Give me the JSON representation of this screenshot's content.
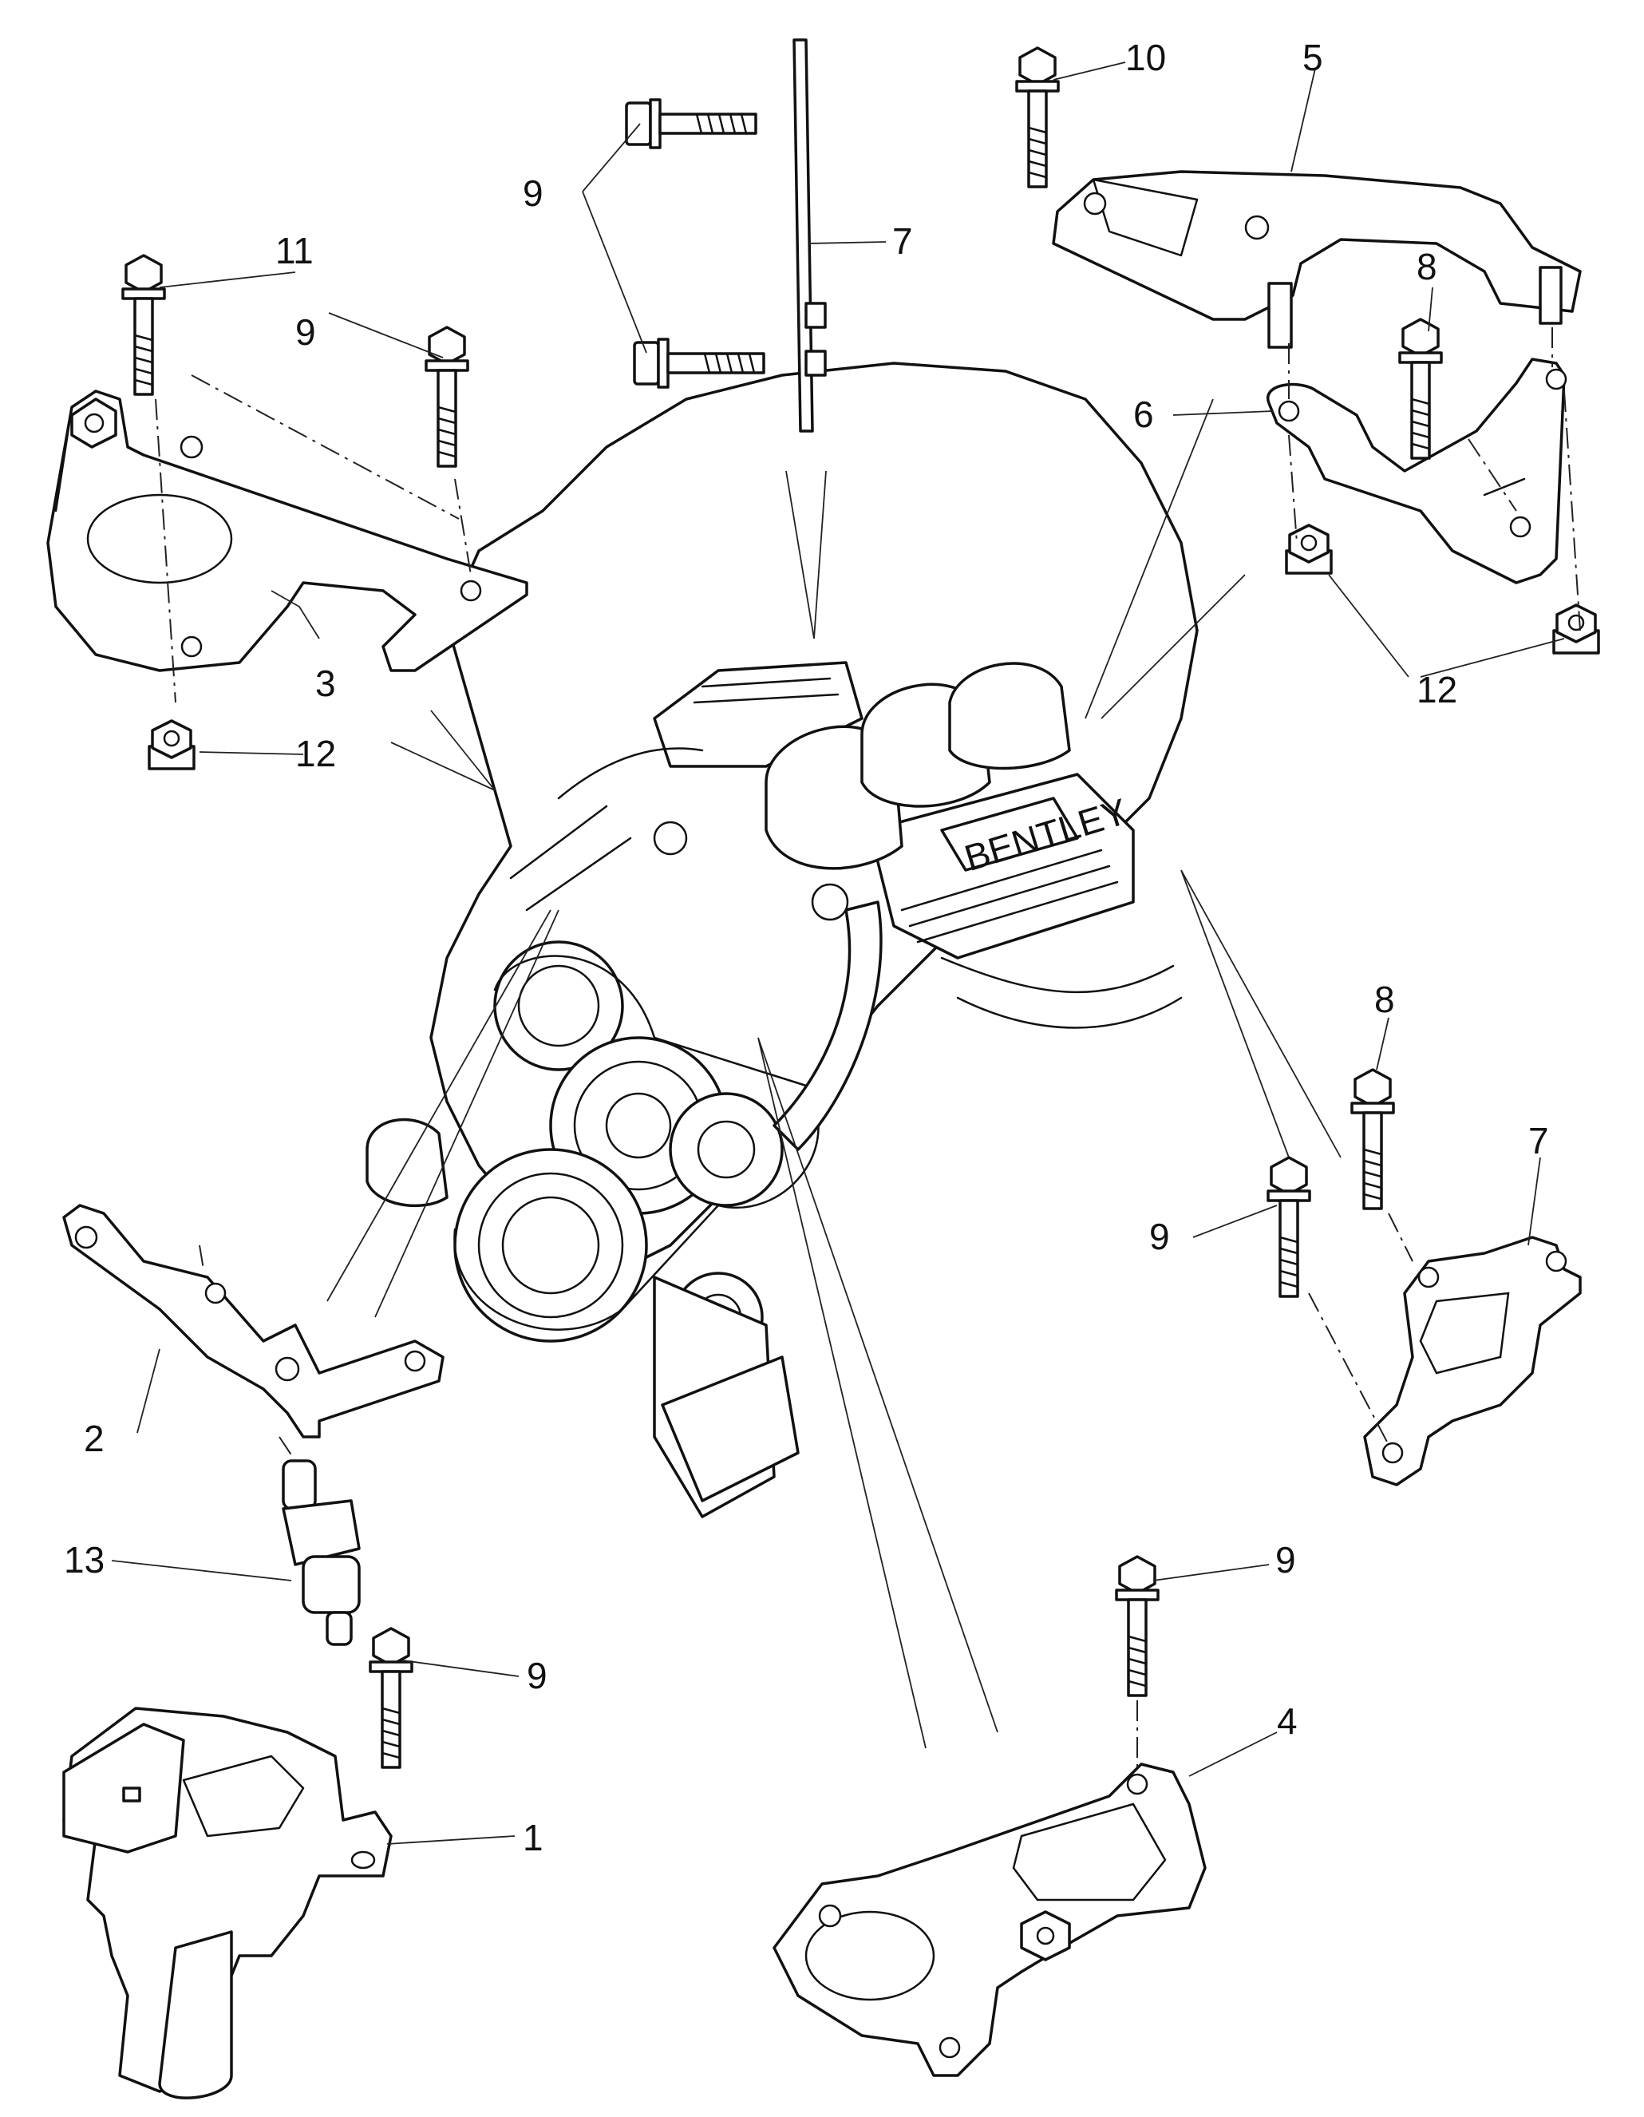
{
  "callouts": [
    {
      "id": "c1",
      "label": "1"
    },
    {
      "id": "c2",
      "label": "2"
    },
    {
      "id": "c3",
      "label": "3"
    },
    {
      "id": "c4",
      "label": "4"
    },
    {
      "id": "c5",
      "label": "5"
    },
    {
      "id": "c6",
      "label": "6"
    },
    {
      "id": "c7a",
      "label": "7"
    },
    {
      "id": "c7b",
      "label": "7"
    },
    {
      "id": "c8a",
      "label": "8"
    },
    {
      "id": "c8b",
      "label": "8"
    },
    {
      "id": "c9a",
      "label": "9"
    },
    {
      "id": "c9b",
      "label": "9"
    },
    {
      "id": "c9c",
      "label": "9"
    },
    {
      "id": "c9d",
      "label": "9"
    },
    {
      "id": "c9e",
      "label": "9"
    },
    {
      "id": "c10",
      "label": "10"
    },
    {
      "id": "c11",
      "label": "11"
    },
    {
      "id": "c12a",
      "label": "12"
    },
    {
      "id": "c12b",
      "label": "12"
    },
    {
      "id": "c13",
      "label": "13"
    }
  ],
  "engine_badge": "BENTLEY",
  "icons": {
    "engine": "engine-assembly-icon",
    "bolt": "flange-bolt-icon",
    "nut": "flange-nut-icon",
    "bracket": "mounting-bracket-icon",
    "valve": "control-valve-icon",
    "isolator": "rubber-isolator-icon"
  }
}
